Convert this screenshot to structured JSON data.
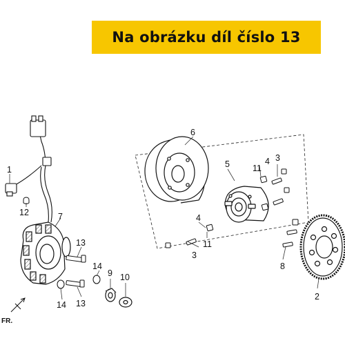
{
  "banner": {
    "text": "Na obrázku díl číslo 13",
    "color": "#f7c600"
  },
  "direction_marker": "FR.",
  "labels": {
    "l1": "1",
    "l2": "2",
    "l3a": "3",
    "l3b": "3",
    "l4a": "4",
    "l4b": "4",
    "l5": "5",
    "l6": "6",
    "l7": "7",
    "l8": "8",
    "l9": "9",
    "l10": "10",
    "l11a": "11",
    "l11b": "11",
    "l12": "12",
    "l13a": "13",
    "l13b": "13",
    "l14a": "14",
    "l14b": "14"
  }
}
